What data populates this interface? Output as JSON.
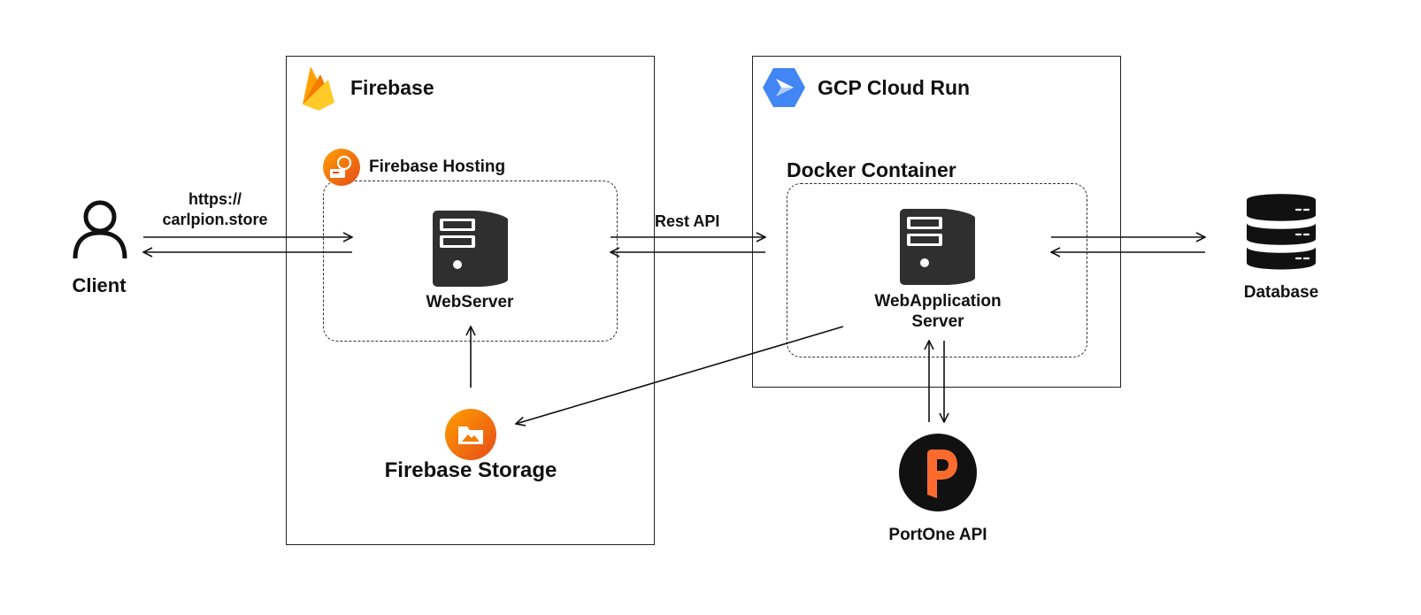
{
  "colors": {
    "stroke": "#111111",
    "firebase_dark": "#F57C00",
    "firebase_mid": "#FFA000",
    "firebase_light": "#FFCA28",
    "gcp_blue": "#4285F4",
    "server_fill": "#2f2f2f",
    "portone_orange": "#FC6B2D"
  },
  "icons": {
    "client": "user-icon",
    "firebase": "firebase-flame-icon",
    "hosting": "firebase-hosting-icon",
    "webserver": "server-tower-icon",
    "storage": "firebase-storage-icon",
    "cloud_run": "gcp-cloud-run-icon",
    "app_server": "server-tower-icon",
    "database": "database-icon",
    "portone": "portone-logo-icon"
  },
  "client": {
    "label": "Client"
  },
  "link_client_web": {
    "line1": "https://",
    "line2": "carlpion.store"
  },
  "firebase": {
    "title": "Firebase",
    "hosting": {
      "title": "Firebase Hosting"
    },
    "webserver": {
      "label": "WebServer"
    },
    "storage": {
      "label": "Firebase Storage"
    }
  },
  "link_web_app": {
    "label": "Rest API"
  },
  "cloud_run": {
    "title": "GCP Cloud Run",
    "container": {
      "title": "Docker Container"
    },
    "app_server": {
      "line1": "WebApplication",
      "line2": "Server"
    }
  },
  "database": {
    "label": "Database"
  },
  "portone": {
    "label": "PortOne API"
  }
}
